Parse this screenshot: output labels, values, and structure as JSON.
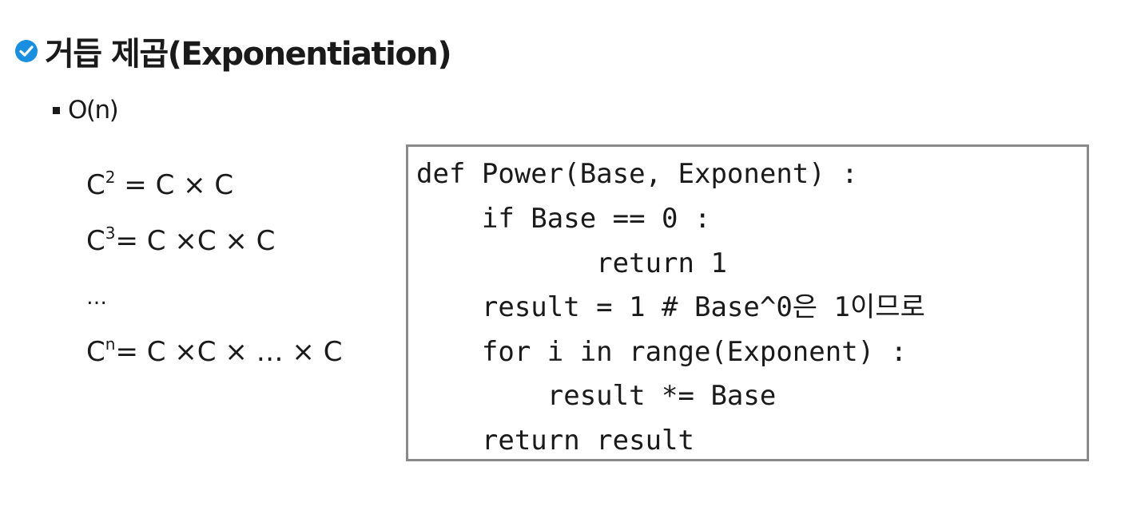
{
  "title": {
    "icon": "check-circle-icon",
    "text": "거듭 제곱(Exponentiation)",
    "icon_color": "#1a8fe0"
  },
  "bullet": {
    "text": "O(n)"
  },
  "formulas": [
    {
      "base": "C",
      "exp": "2",
      "rest": " = C × C"
    },
    {
      "base": "C",
      "exp": "3",
      "rest": "= C ×C × C"
    },
    {
      "base": "…",
      "exp": "",
      "rest": ""
    },
    {
      "base": "C",
      "exp": "n",
      "rest": "= C ×C × … × C"
    }
  ],
  "code": {
    "lines": [
      "def Power(Base, Exponent) :",
      "    if Base == 0 :",
      "           return 1",
      "    result = 1 # Base^0은 1이므로",
      "    for i in range(Exponent) :",
      "        result *= Base",
      "    return result"
    ]
  }
}
